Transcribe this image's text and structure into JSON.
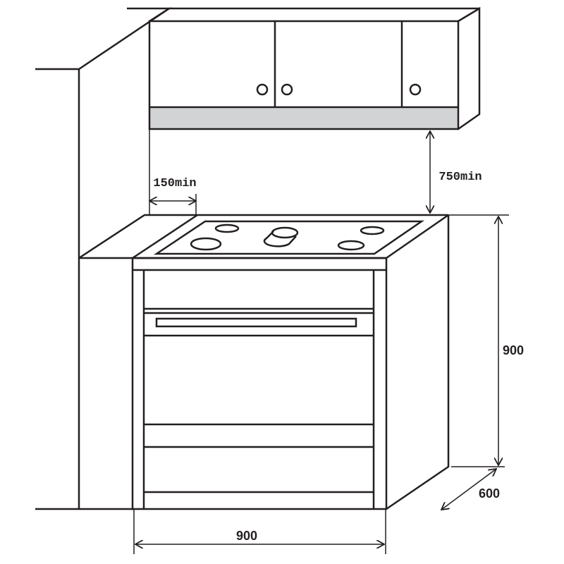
{
  "dimensions": {
    "side_clearance": "150min",
    "cabinet_clearance": "750min",
    "height": "900",
    "depth": "600",
    "width": "900"
  },
  "colors": {
    "line": "#231f20",
    "cabinet_strip": "#d1d3d4"
  }
}
